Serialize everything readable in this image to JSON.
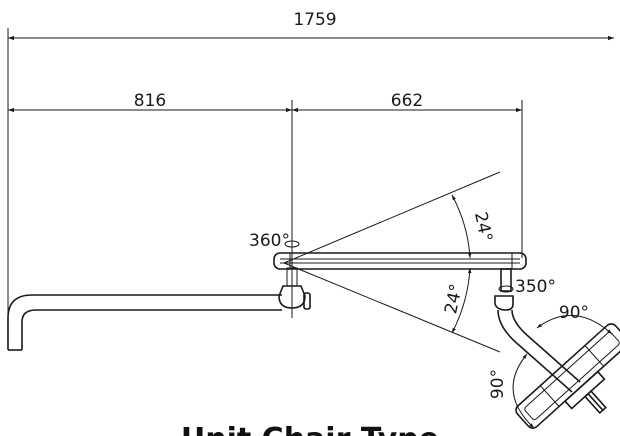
{
  "dimensions": {
    "overall": "1759",
    "left_span": "816",
    "right_span": "662"
  },
  "angles": {
    "rotation_main": "360°",
    "rotation_secondary": "350°",
    "tilt_up": "24°",
    "tilt_down": "24°",
    "head_top": "90°",
    "head_side": "90°"
  },
  "caption": "Unit Chair Type",
  "colors": {
    "line": "#1a1a1a",
    "background": "#ffffff"
  }
}
